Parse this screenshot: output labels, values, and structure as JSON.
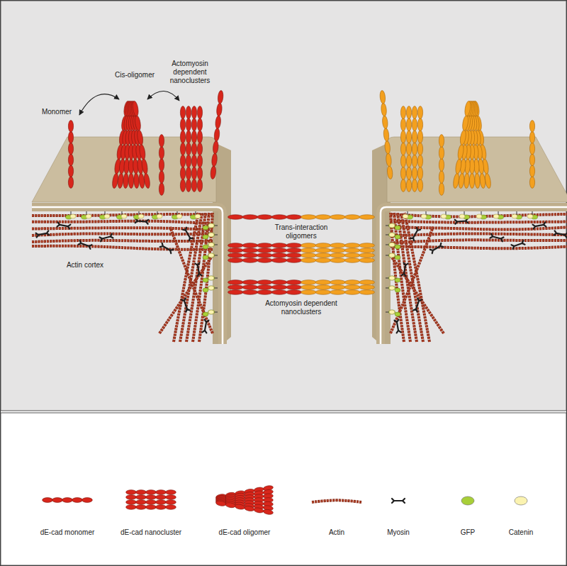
{
  "diagram": {
    "labels": [
      "Monomer",
      "Cis-oligomer",
      "Actomyosin dependent nanoclusters",
      "Trans-interaction oligomers",
      "Actin cortex",
      "Actomyosin dependent nanoclusters"
    ],
    "legend": [
      {
        "text": "dE-cad monomer"
      },
      {
        "text": "dE-cad nanocluster"
      },
      {
        "text": "dE-cad oligomer"
      },
      {
        "text": "Actin"
      },
      {
        "text": "Myosin"
      },
      {
        "text": "GFP",
        "color": "#a8cf38"
      },
      {
        "text": "Catenin",
        "color": "#fbf3b0"
      }
    ]
  }
}
